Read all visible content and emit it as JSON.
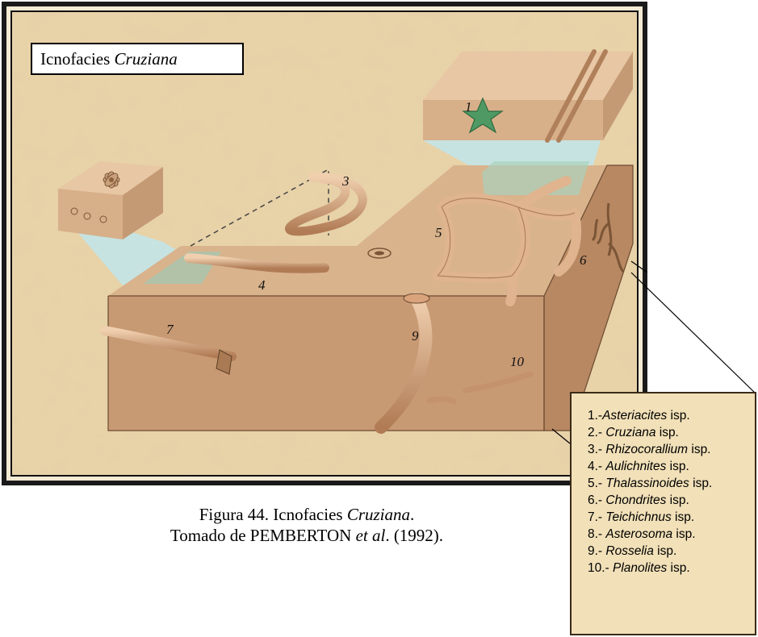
{
  "title": {
    "prefix": "Icnofacies ",
    "genus": "Cruziana"
  },
  "caption": {
    "line1_prefix": "Figura 44. Icnofacies ",
    "line1_genus": "Cruziana",
    "line1_suffix": ".",
    "line2_prefix": "Tomado de PEMBERTON ",
    "line2_etal": "et al",
    "line2_suffix": ". (1992)."
  },
  "labels": [
    "1",
    "3",
    "4",
    "5",
    "6",
    "7",
    "9",
    "10"
  ],
  "legend": [
    {
      "number": "1.-",
      "genus": "Asteriacites",
      "suffix": " isp."
    },
    {
      "number": "2.- ",
      "genus": "Cruziana",
      "suffix": " isp."
    },
    {
      "number": "3.- ",
      "genus": "Rhizocorallium",
      "suffix": " isp."
    },
    {
      "number": "4.- ",
      "genus": "Aulichnites",
      "suffix": " isp."
    },
    {
      "number": "5.- ",
      "genus": "Thalassinoides",
      "suffix": " isp."
    },
    {
      "number": "6.- ",
      "genus": "Chondrites",
      "suffix": " isp."
    },
    {
      "number": "7.- ",
      "genus": "Teichichnus",
      "suffix": " isp."
    },
    {
      "number": "8.- ",
      "genus": "Asterosoma",
      "suffix": " isp."
    },
    {
      "number": "9.- ",
      "genus": "Rosselia",
      "suffix": " isp."
    },
    {
      "number": "10.- ",
      "genus": "Planolites",
      "suffix": " isp."
    }
  ],
  "colors": {
    "background": "#e9d3a7",
    "block_top": "#d9b38c",
    "block_front": "#c89a74",
    "block_side": "#b88862",
    "burrow": "#dfb48e",
    "starfish": "#4f9a64",
    "projection": "#bfe6ec"
  }
}
